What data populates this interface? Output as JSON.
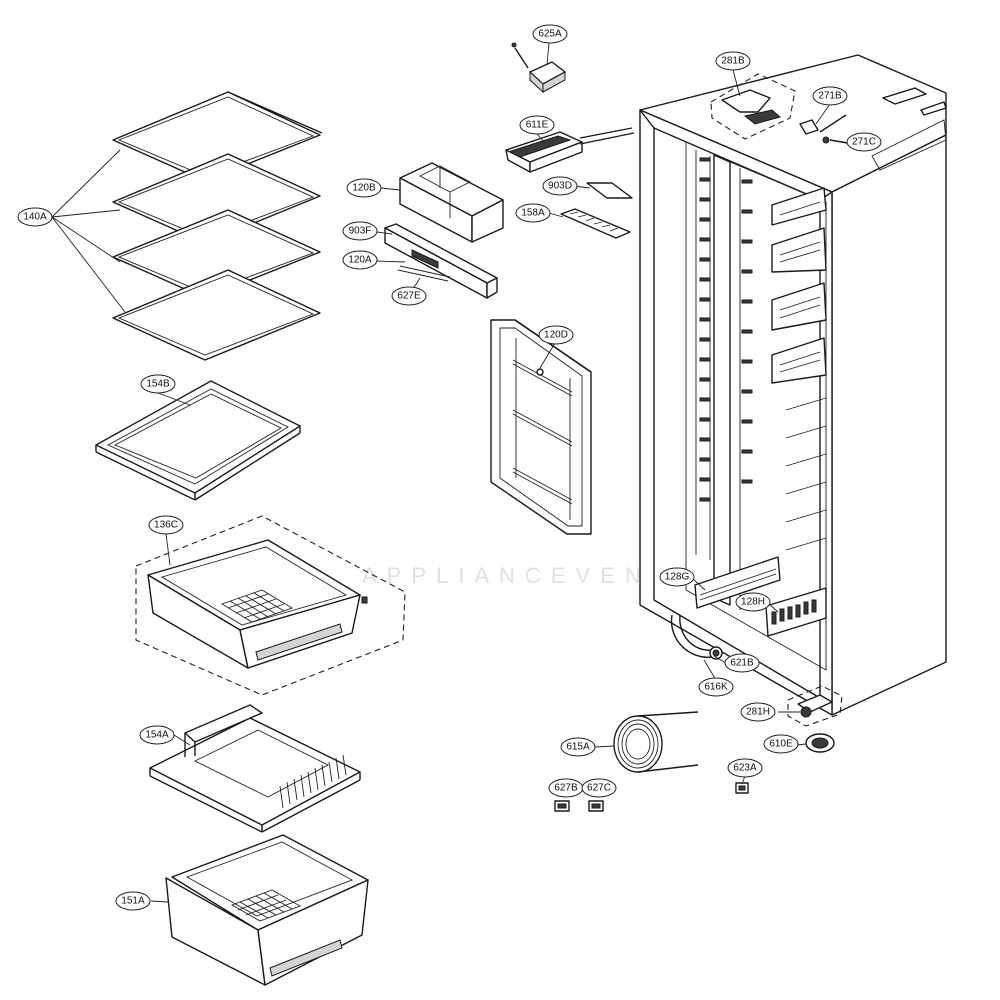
{
  "diagram": {
    "watermark": "APPLIANCEVENTURES",
    "callouts": {
      "140A": "140A",
      "154B": "154B",
      "136C": "136C",
      "154A": "154A",
      "151A": "151A",
      "120B": "120B",
      "903F": "903F",
      "120A": "120A",
      "627E": "627E",
      "625A": "625A",
      "611E": "611E",
      "903D": "903D",
      "158A": "158A",
      "120D": "120D",
      "281B": "281B",
      "271B": "271B",
      "271C": "271C",
      "128G": "128G",
      "128H": "128H",
      "621B": "621B",
      "616K": "616K",
      "281H": "281H",
      "610E": "610E",
      "615A": "615A",
      "623A": "623A",
      "627B": "627B",
      "627C": "627C"
    }
  }
}
